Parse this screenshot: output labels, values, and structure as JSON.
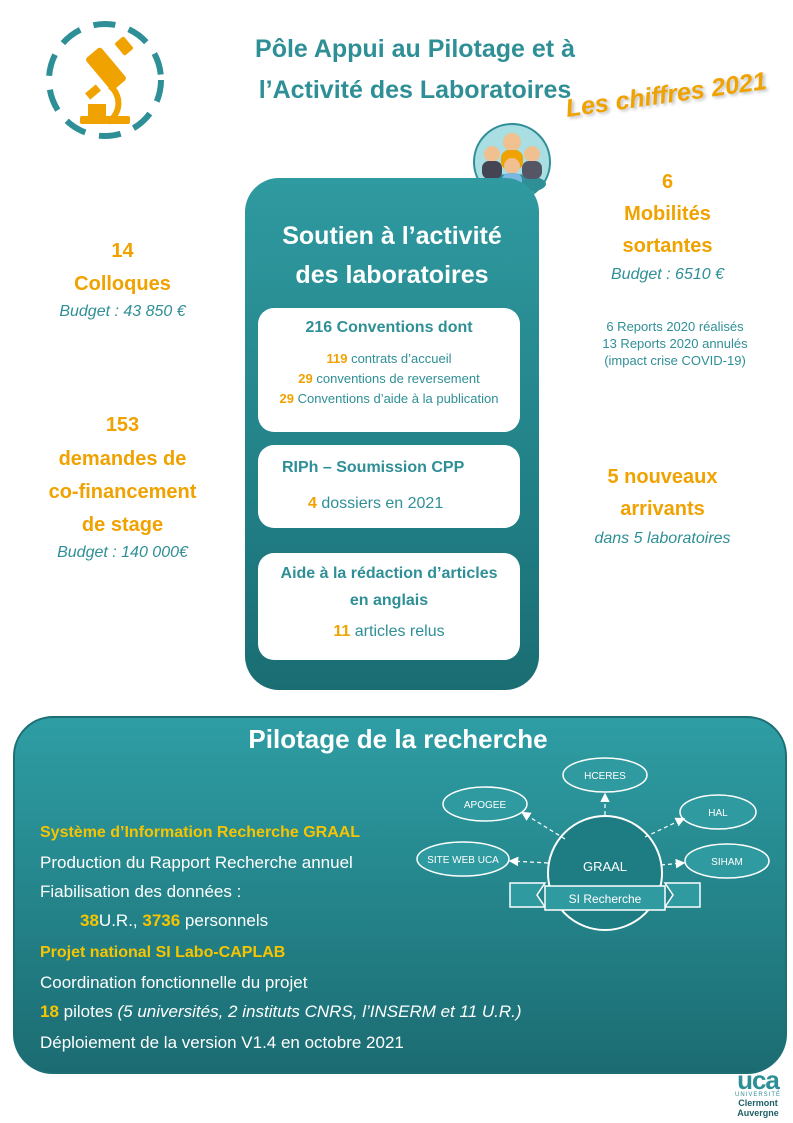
{
  "header": {
    "title_line1": "Pôle Appui au Pilotage et à",
    "title_line2": "l’Activité des Laboratoires",
    "subtitle_badge": "Les chiffres 2021"
  },
  "center": {
    "title_line1": "Soutien à l’activité",
    "title_line2": "des laboratoires",
    "conventions": {
      "heading": "216 Conventions dont",
      "items": [
        {
          "count": "119",
          "label": "contrats d’accueil"
        },
        {
          "count": "29",
          "label": "conventions de reversement"
        },
        {
          "count": "29",
          "label": "Conventions d’aide à la publication"
        }
      ]
    },
    "riph": {
      "heading": "RIPh – Soumission CPP",
      "count": "4",
      "label": "dossiers en 2021"
    },
    "articles": {
      "heading_line1": "Aide à la rédaction d’articles",
      "heading_line2": "en anglais",
      "count": "11",
      "label": "articles relus"
    }
  },
  "left": {
    "colloques": {
      "value": "14",
      "label": "Colloques",
      "budget": "Budget : 43 850 €"
    },
    "stages": {
      "value": "153",
      "label_line1": "demandes de",
      "label_line2": "co-financement",
      "label_line3": "de stage",
      "budget": "Budget : 140 000€"
    }
  },
  "right": {
    "mobilites": {
      "value": "6",
      "label_line1": "Mobilités",
      "label_line2": "sortantes",
      "budget": "Budget : 6510 €"
    },
    "reports": [
      "6 Reports 2020 réalisés",
      "13 Reports 2020 annulés",
      "(impact crise COVID-19)"
    ],
    "arrivants": {
      "label_line1": "5 nouveaux",
      "label_line2": "arrivants",
      "sub": "dans 5 laboratoires"
    }
  },
  "pilotage": {
    "title": "Pilotage de la recherche",
    "graal_heading": "Système d’Information   Recherche GRAAL",
    "line_rapport": "Production du Rapport Recherche annuel",
    "line_fiab": "Fiabilisation des données :",
    "ur_count": "38",
    "ur_label": "U.R., ",
    "pers_count": "3736",
    "pers_label": " personnels",
    "caplab_heading": "Projet national  SI Labo-CAPLAB",
    "line_coord": "Coordination fonctionnelle du projet",
    "pilotes_count": "18",
    "pilotes_label": " pilotes ",
    "pilotes_detail": "(5 universités, 2 instituts CNRS, l’INSERM et 11 U.R.)",
    "line_deploy": "Déploiement de la version V1.4 en octobre 2021",
    "diagram": {
      "center": "GRAAL",
      "banner": "SI Recherche",
      "nodes": [
        "HCERES",
        "APOGEE",
        "HAL",
        "SITE WEB UCA",
        "SIHAM"
      ]
    }
  },
  "logo": {
    "mark": "uca",
    "line1": "UNIVERSITÉ",
    "line2": "Clermont",
    "line3": "Auvergne"
  }
}
